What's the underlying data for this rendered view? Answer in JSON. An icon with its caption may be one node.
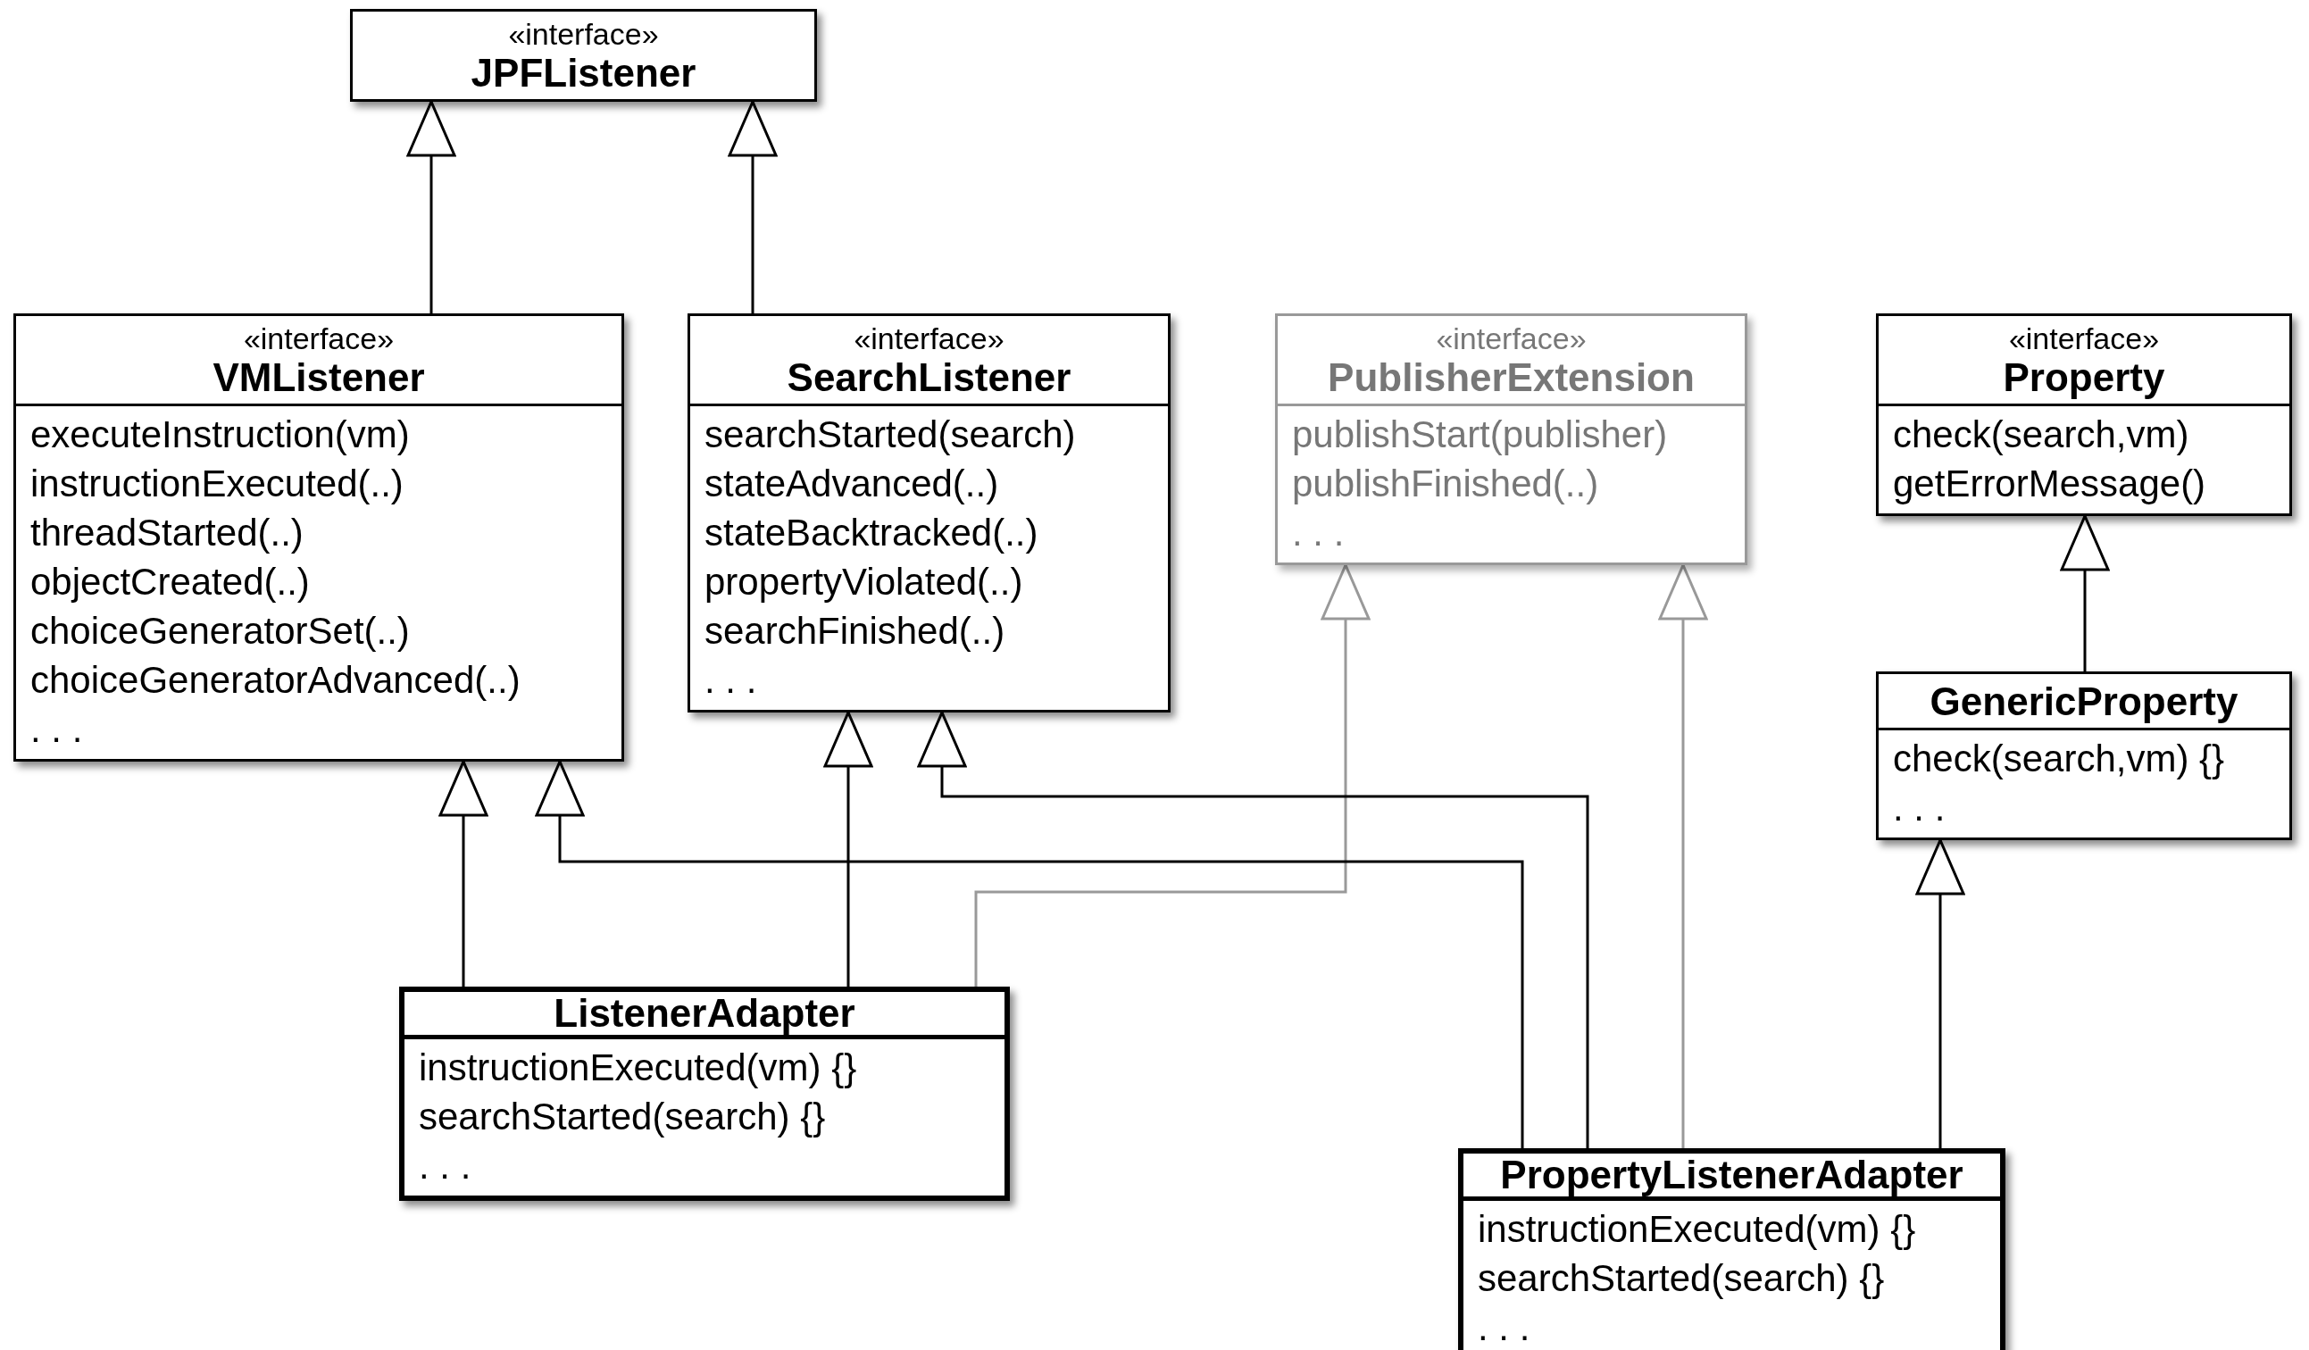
{
  "diagram": {
    "nodes": [
      {
        "text": [
          "«interface»",
          "JPFListener"
        ]
      },
      {
        "text": [
          "«interface»",
          "VMListener",
          "executeInstruction(vm)",
          "instructionExecuted(..)",
          "threadStarted(..)",
          "objectCreated(..)",
          "choiceGeneratorSet(..)",
          "choiceGeneratorAdvanced(..)",
          ". . ."
        ]
      },
      {
        "text": [
          "«interface»",
          "SearchListener",
          "searchStarted(search)",
          "stateAdvanced(..)",
          "stateBacktracked(..)",
          "propertyViolated(..)",
          "searchFinished(..)",
          ". . ."
        ]
      },
      {
        "text": [
          "«interface»",
          "PublisherExtension",
          "publishStart(publisher)",
          "publishFinished(..)",
          ". . ."
        ]
      },
      {
        "text": [
          "«interface»",
          "Property",
          "check(search,vm)",
          "getErrorMessage()"
        ]
      },
      {
        "text": [
          "GenericProperty",
          "check(search,vm) {}",
          ". . ."
        ]
      },
      {
        "text": [
          "ListenerAdapter",
          "instructionExecuted(vm) {}",
          "searchStarted(search) {}",
          ". . ."
        ]
      },
      {
        "text": [
          "PropertyListenerAdapter",
          "instructionExecuted(vm) {}",
          "searchStarted(search) {}",
          ". . ."
        ]
      }
    ],
    "edges": [
      {
        "from": 1,
        "to": 0,
        "arrow": "to"
      },
      {
        "from": 2,
        "to": 0,
        "arrow": "to"
      },
      {
        "from": 6,
        "to": 1,
        "arrow": "to"
      },
      {
        "from": 6,
        "to": 2,
        "arrow": "to"
      },
      {
        "from": 6,
        "to": 3,
        "arrow": "to",
        "color": "#999999"
      },
      {
        "from": 7,
        "to": 1,
        "arrow": "to"
      },
      {
        "from": 7,
        "to": 2,
        "arrow": "to"
      },
      {
        "from": 7,
        "to": 3,
        "arrow": "to",
        "color": "#999999"
      },
      {
        "from": 7,
        "to": 5,
        "arrow": "to"
      },
      {
        "from": 5,
        "to": 4,
        "arrow": "to"
      }
    ]
  }
}
